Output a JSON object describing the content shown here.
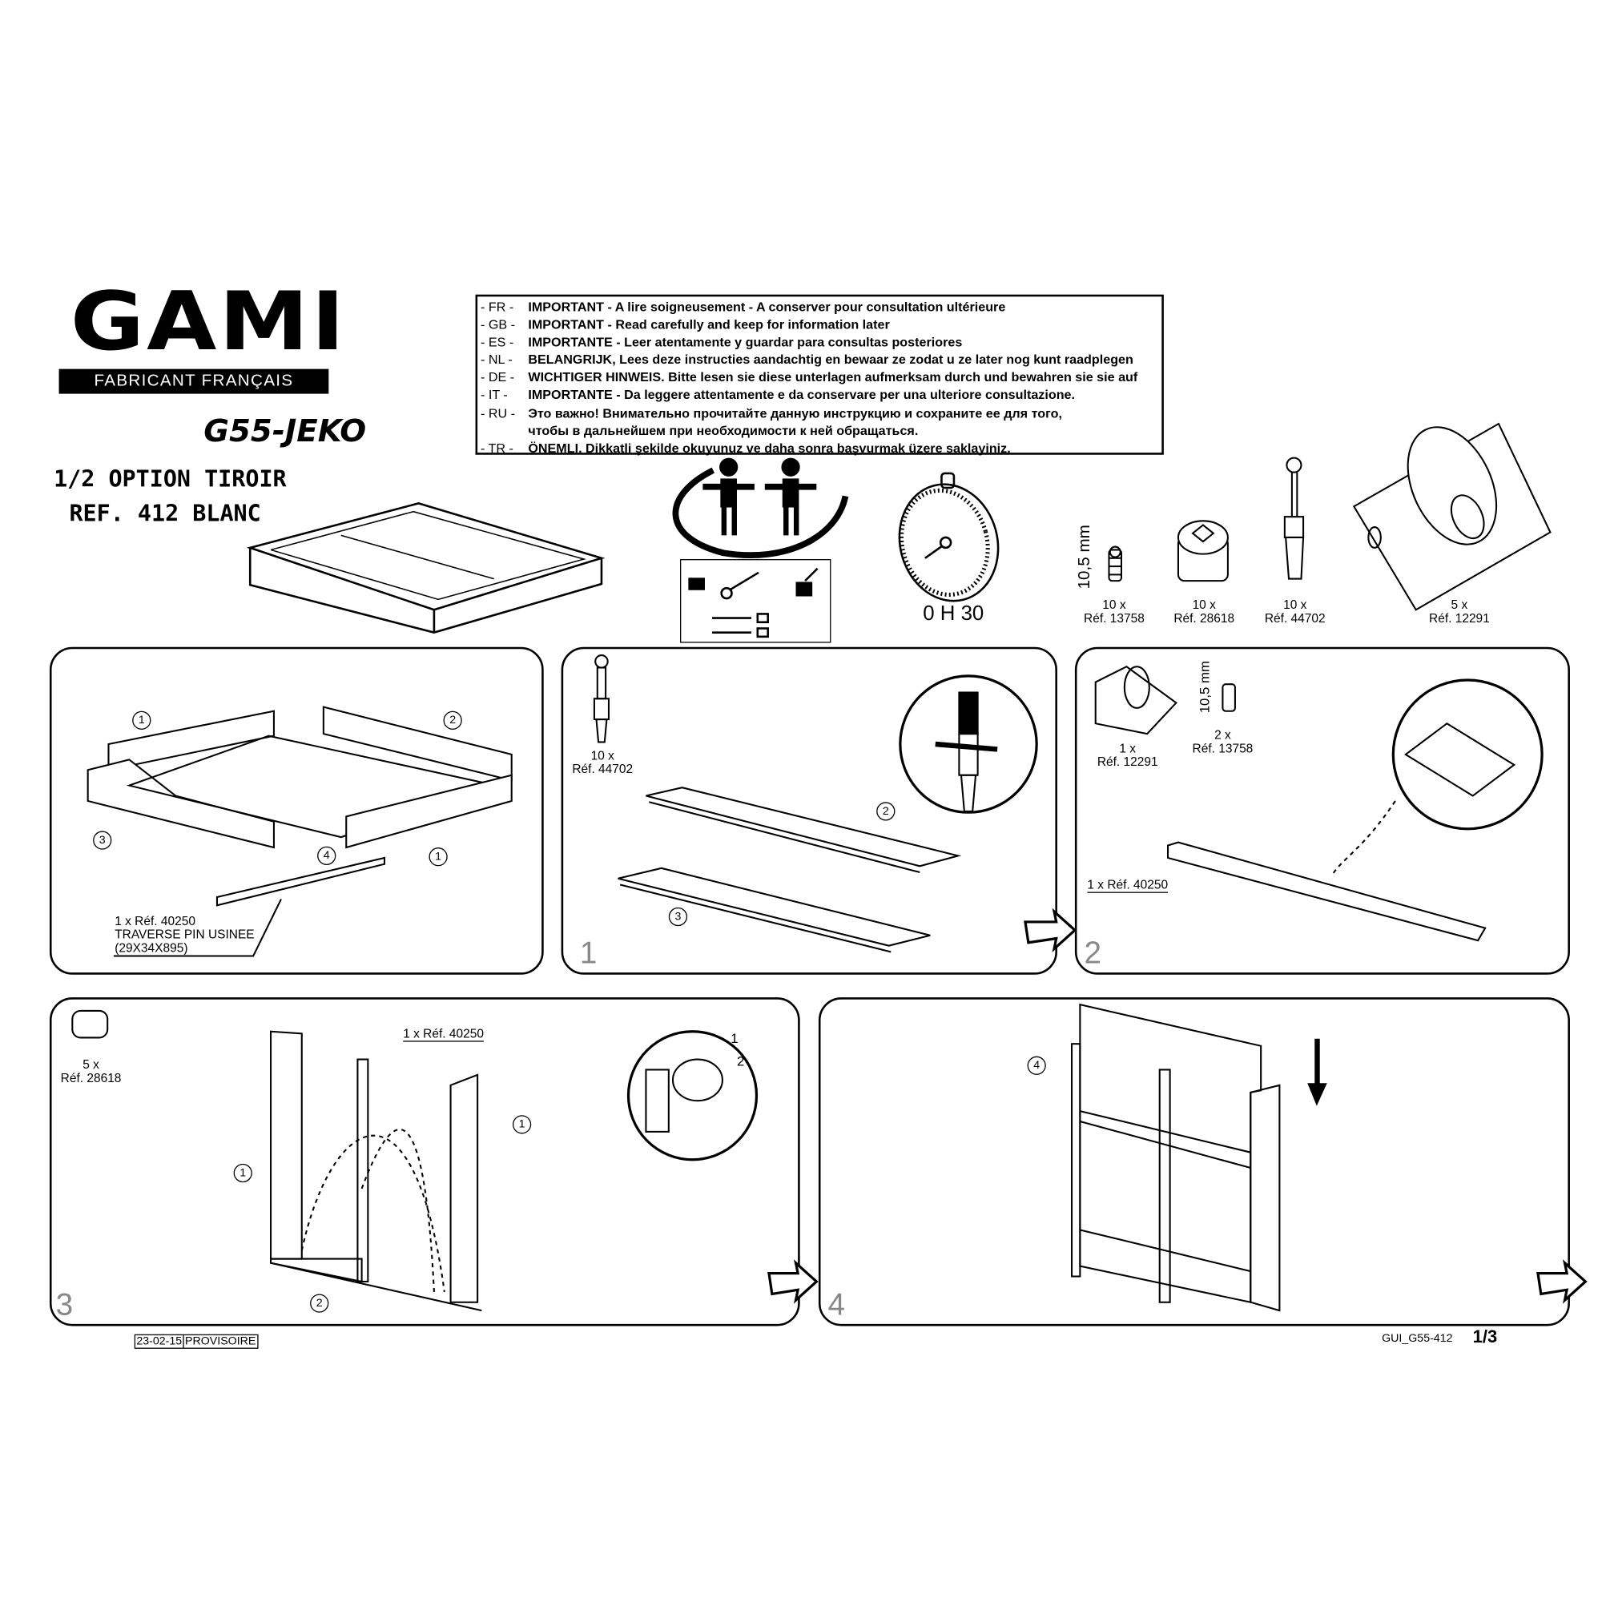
{
  "header": {
    "logo": "GAMI",
    "tagline": "FABRICANT FRANÇAIS",
    "model": "G55-JEKO",
    "subtitle": "1/2 OPTION TIROIR",
    "reference": "REF. 412 BLANC"
  },
  "warnings": [
    {
      "code": "- FR -",
      "text": "IMPORTANT - A lire soigneusement - A conserver pour consultation ultérieure"
    },
    {
      "code": "- GB -",
      "text": "IMPORTANT - Read carefully and keep for information later"
    },
    {
      "code": "- ES -",
      "text": "IMPORTANTE - Leer atentamente y guardar para consultas posteriores"
    },
    {
      "code": "- NL -",
      "text": "BELANGRIJK, Lees deze instructies aandachtig en bewaar ze zodat u ze later nog kunt raadplegen"
    },
    {
      "code": "- DE -",
      "text": "WICHTIGER HINWEIS. Bitte lesen sie diese unterlagen aufmerksam durch und bewahren sie sie auf"
    },
    {
      "code": "-  IT -",
      "text": "IMPORTANTE - Da leggere attentamente e da conservare per una ulteriore consultazione."
    },
    {
      "code": "- RU -",
      "text": "Это важно! Внимательно прочитайте данную инструкцию и сохраните ее для того,"
    },
    {
      "code": "",
      "text": "чтобы в дальнейшем при необходимости к ней обращаться."
    },
    {
      "code": "- TR -",
      "text": "ÖNEMLI, Dikkatli şekilde okuyunuz ve daha sonra başvurmak üzere saklayiniz."
    }
  ],
  "assembly_time": "0 H 30",
  "parts": [
    {
      "qty": "10 x",
      "ref": "Réf. 13758",
      "dimension": "10,5 mm"
    },
    {
      "qty": "10 x",
      "ref": "Réf. 28618"
    },
    {
      "qty": "10 x",
      "ref": "Réf. 44702"
    },
    {
      "qty": "5 x",
      "ref": "Réf. 12291"
    }
  ],
  "panel_overview": {
    "callouts": [
      "1",
      "2",
      "3",
      "4",
      "1"
    ],
    "part_qty_ref": "1 x Réf. 40250",
    "part_name": "TRAVERSE PIN USINEE",
    "part_dims": "(29X34X895)"
  },
  "step1": {
    "number": "1",
    "qty": "10 x",
    "ref": "Réf. 44702",
    "callouts": [
      "2",
      "3"
    ]
  },
  "step2": {
    "number": "2",
    "caster_qty": "1 x",
    "caster_ref": "Réf. 12291",
    "screw_qty": "2 x",
    "screw_ref": "Réf. 13758",
    "dimension": "10,5 mm",
    "rail_label": "1 x Réf. 40250"
  },
  "step3": {
    "number": "3",
    "qty": "5 x",
    "ref": "Réf. 28618",
    "rail_label": "1 x Réf. 40250",
    "callouts": [
      "1",
      "1",
      "2"
    ],
    "detail_steps": [
      "1",
      "2"
    ]
  },
  "step4": {
    "number": "4",
    "callouts": [
      "4"
    ]
  },
  "footer": {
    "date": "23-02-15",
    "status": "PROVISOIRE",
    "doc_code": "GUI_G55-412",
    "page": "1/3"
  }
}
